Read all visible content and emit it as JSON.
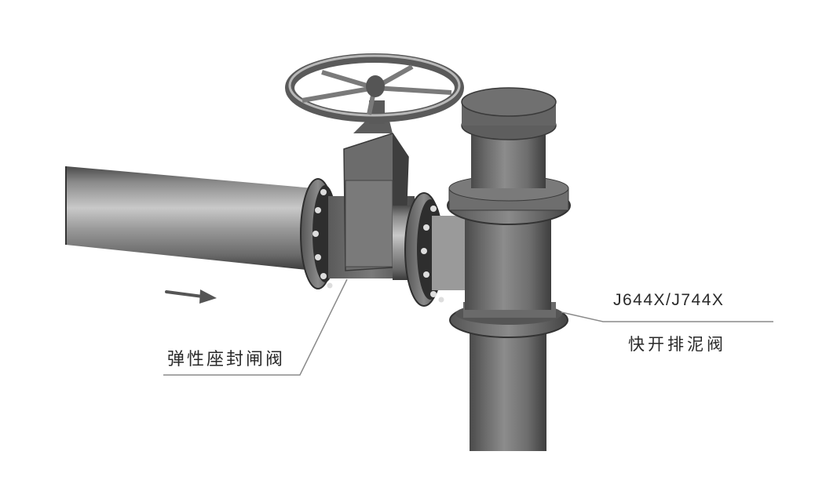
{
  "diagram": {
    "title": "",
    "background": "#ffffff",
    "components": [
      {
        "id": "inlet-pipe",
        "type": "horizontal-pipe"
      },
      {
        "id": "gate-valve",
        "type": "resilient-seated-gate-valve",
        "label": "弹性座封闸阀"
      },
      {
        "id": "handwheel",
        "type": "handwheel"
      },
      {
        "id": "tee",
        "type": "tee-fitting"
      },
      {
        "id": "drain-valve",
        "type": "quick-open-mud-drain-valve",
        "model": "J644X/J744X",
        "label": "快开排泥阀"
      },
      {
        "id": "vertical-pipe",
        "type": "vertical-pipe"
      }
    ],
    "flow_arrow": {
      "direction": "right",
      "icon": "arrow-right-icon"
    },
    "labels": {
      "gate_valve": "弹性座封闸阀",
      "drain_valve_model": "J644X/J744X",
      "drain_valve_name": "快开排泥阀"
    },
    "colors": {
      "metal_dark": "#3a3a3a",
      "metal_mid": "#6e6e6e",
      "metal_light": "#b5b5b5",
      "leader_line": "#8a8a8a",
      "text": "#2a2a2a"
    }
  }
}
